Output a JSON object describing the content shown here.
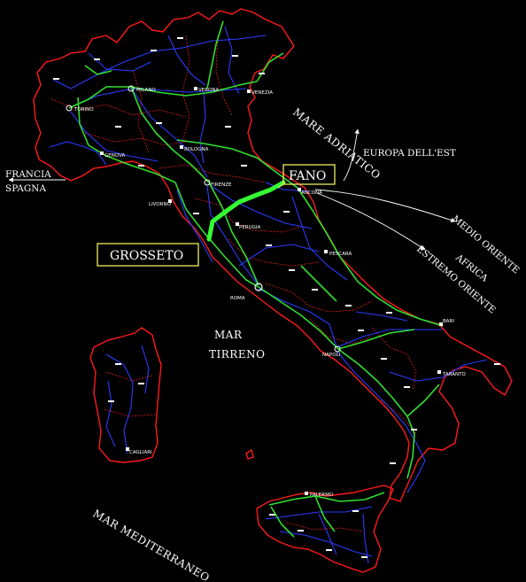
{
  "map": {
    "seas": {
      "adriatic": "MARE ADRIATICO",
      "tirreno_1": "MAR",
      "tirreno_2": "TIRRENO",
      "mediterraneo": "MAR MEDITERRANEO"
    },
    "boxes": {
      "fano": "FANO",
      "grosseto": "GROSSETO",
      "box_color": "#ffff66"
    },
    "directions": {
      "francia": "FRANCIA",
      "spagna": "SPAGNA",
      "europa_est": "EUROPA DELL'EST",
      "medio_oriente": "MEDIO ORIENTE",
      "africa": "AFRICA",
      "estremo_oriente": "ESTREMO ORIENTE"
    },
    "cities": {
      "milano": "MILANO",
      "torino": "TORINO",
      "verona": "VERONA",
      "venezia": "VENEZIA",
      "genova": "GENOVA",
      "bologna": "BOLOGNA",
      "firenze": "FIRENZE",
      "livorno": "LIVORNO",
      "ancona": "ANCONA",
      "perugia": "PERUGIA",
      "pescara": "PESCARA",
      "roma": "ROMA",
      "napoli": "NAPOLI",
      "bari": "BARI",
      "taranto": "TARANTO",
      "cagliari": "CAGLIARI",
      "palermo": "PALERMO"
    },
    "colors": {
      "background": "#000000",
      "border": "#ff1a1a",
      "roads": "#2b3cff",
      "railways": "#2fe02f",
      "labels": "#ffffff"
    }
  }
}
